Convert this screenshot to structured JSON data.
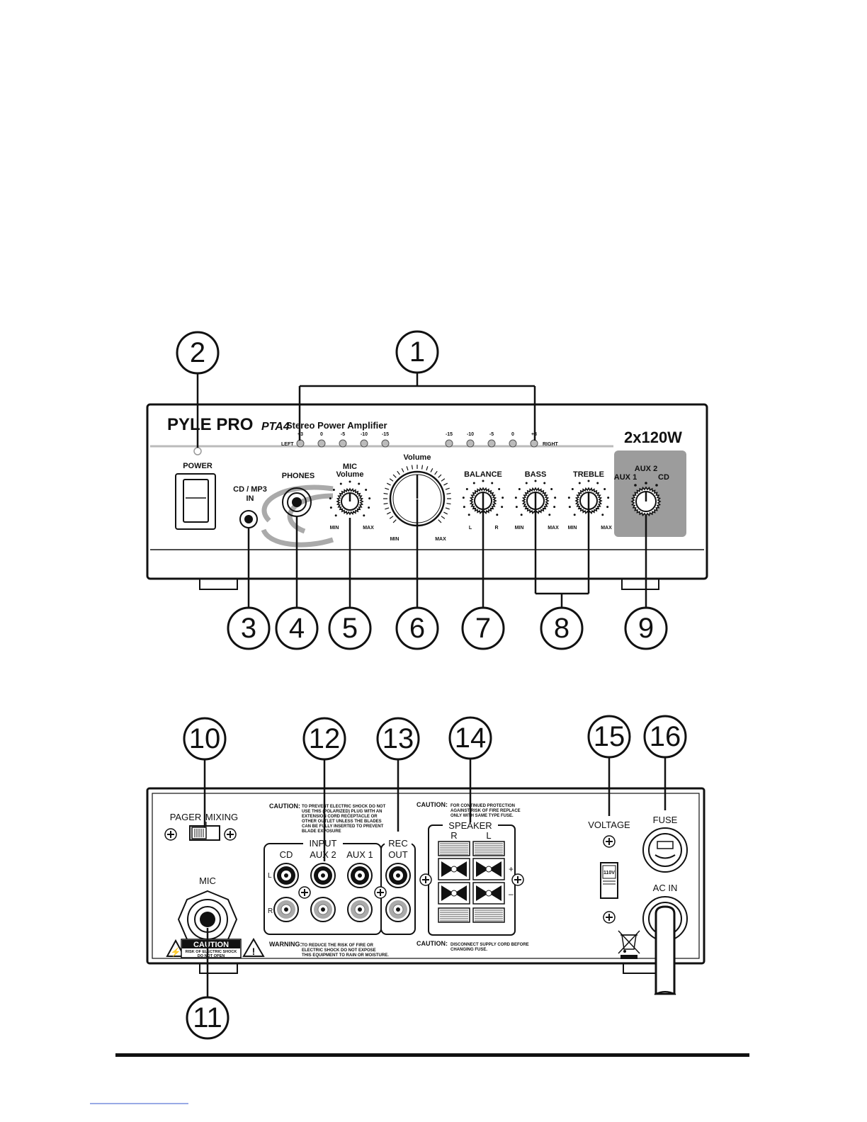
{
  "front_panel": {
    "brand": "PYLE PRO",
    "model": "PTA4",
    "product": "Stereo Power Amplifier",
    "power_rating": "2x120W",
    "meter_left_label": "LEFT",
    "meter_right_label": "RIGHT",
    "meter_left_scale": [
      "+3",
      "0",
      "-5",
      "-10",
      "-15"
    ],
    "meter_right_scale": [
      "-15",
      "-10",
      "-5",
      "0",
      "+3"
    ],
    "power_label": "POWER",
    "cd_mp3_label_1": "CD / MP3",
    "cd_mp3_label_2": "IN",
    "phones_label": "PHONES",
    "mic_volume_label_1": "MIC",
    "mic_volume_label_2": "Volume",
    "volume_label": "Volume",
    "balance_label": "BALANCE",
    "bass_label": "BASS",
    "treble_label": "TREBLE",
    "selector_aux1": "AUX 1",
    "selector_aux2": "AUX 2",
    "selector_cd": "CD",
    "min": "MIN",
    "max": "MAX",
    "left": "L",
    "right": "R"
  },
  "front_callouts": [
    "1",
    "2",
    "3",
    "4",
    "5",
    "6",
    "7",
    "8",
    "9"
  ],
  "rear_panel": {
    "pager_label": "PAGER",
    "mixing_label": "MIXING",
    "mic_label": "MIC",
    "caution_badge": "CAUTION",
    "caution_badge_sub_1": "RISK OF ELECTRIC SHOCK",
    "caution_badge_sub_2": "DO NOT OPEN",
    "caution_1_title": "CAUTION:",
    "caution_1_lines": [
      "TO PREVENT ELECTRIC SHOCK DO NOT",
      "USE THIS (POLARIZED) PLUG WITH AN",
      "EXTENSION CORD RECEPTACLE OR",
      "OTHER OUTLET UNLESS THE BLADES",
      "CAN BE FULLY INSERTED TO PREVENT",
      "BLADE EXPOSURE"
    ],
    "caution_2_title": "CAUTION:",
    "caution_2_lines": [
      "FOR CONTINUED PROTECTION",
      "AGAINST RISK OF FIRE REPLACE",
      "ONLY WITH SAME TYPE FUSE."
    ],
    "caution_3_title": "CAUTION:",
    "caution_3_lines": [
      "DISCONNECT SUPPLY CORD BEFORE",
      "CHANGING FUSE."
    ],
    "warning_title": "WARNING:",
    "warning_lines": [
      "TO REDUCE THE RISK OF FIRE OR",
      "ELECTRIC SHOCK DO NOT EXPOSE",
      "THIS EQUIPMENT TO RAIN OR MOISTURE."
    ],
    "input_label": "INPUT",
    "rec_label": "REC",
    "cd_label": "CD",
    "aux2_label": "AUX 2",
    "aux1_label": "AUX 1",
    "out_label": "OUT",
    "l_label": "L",
    "r_label": "R",
    "speaker_label": "SPEAKER",
    "speaker_r": "R",
    "speaker_l": "L",
    "plus": "+",
    "minus": "–",
    "voltage_label": "VOLTAGE",
    "voltage_value": "110V",
    "fuse_label": "FUSE",
    "ac_in_label": "AC IN"
  },
  "rear_callouts": [
    "10",
    "11",
    "12",
    "13",
    "14",
    "15",
    "16"
  ]
}
